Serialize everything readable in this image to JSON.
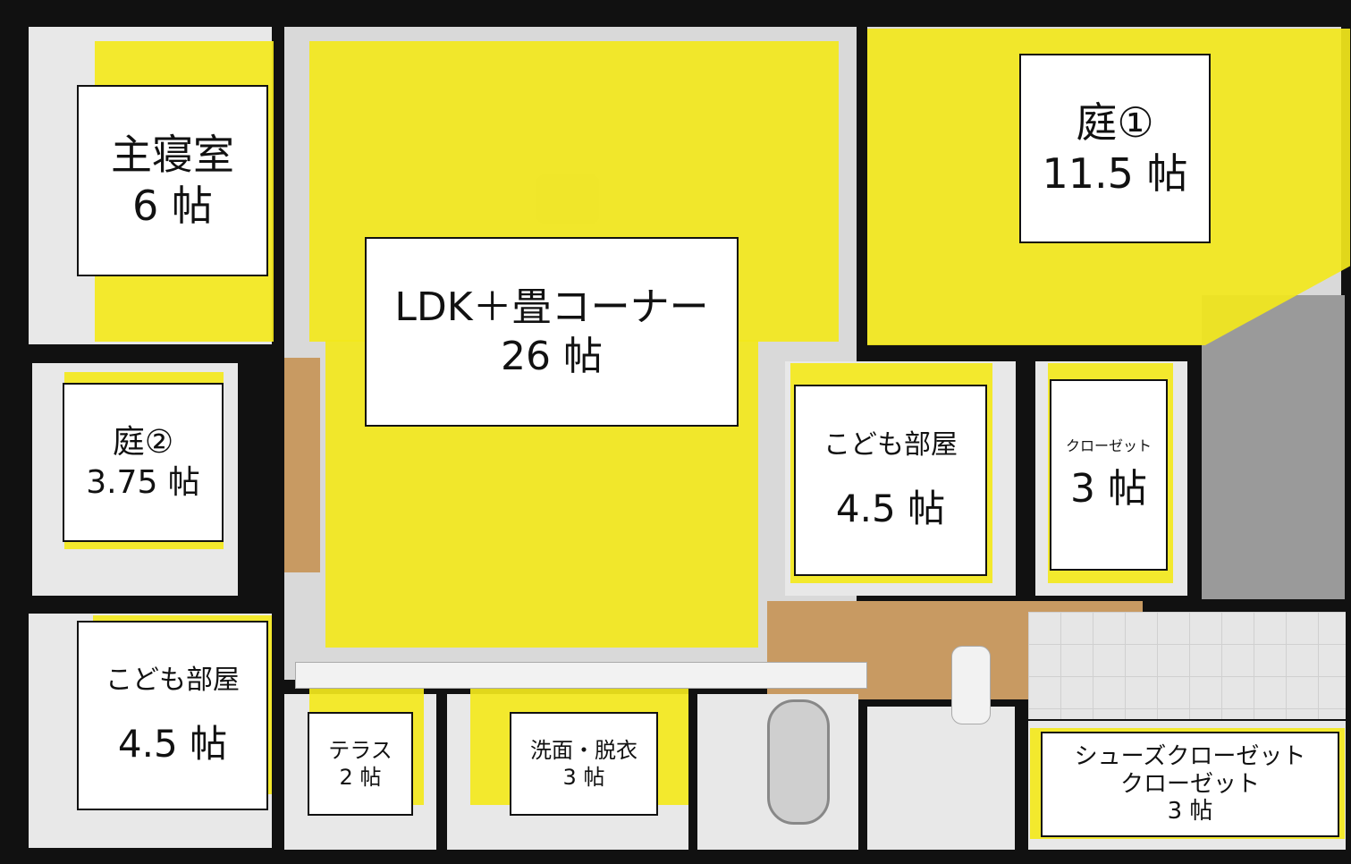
{
  "rooms": {
    "master_bedroom": {
      "name": "主寝室",
      "size": "6 帖"
    },
    "ldk": {
      "name": "LDK＋畳コーナー",
      "size": "26 帖"
    },
    "garden1": {
      "name": "庭①",
      "size": "11.5 帖"
    },
    "garden2": {
      "name": "庭②",
      "size": "3.75 帖"
    },
    "kids_room_right": {
      "name": "こども部屋",
      "size": "4.5 帖"
    },
    "closet": {
      "name": "クローゼット",
      "size": "3 帖"
    },
    "kids_room_left": {
      "name": "こども部屋",
      "size": "4.5 帖"
    },
    "terrace": {
      "name": "テラス",
      "size": "2 帖"
    },
    "washroom": {
      "name": "洗面・脱衣",
      "size": "3 帖"
    },
    "shoe_closet": {
      "name": "シューズクローゼット",
      "name2": "クローゼット",
      "size": "3 帖"
    }
  },
  "colors": {
    "highlight": "#f3e81c",
    "wall": "#111111",
    "floor": "#d9d9d9",
    "label_bg": "#ffffff"
  }
}
